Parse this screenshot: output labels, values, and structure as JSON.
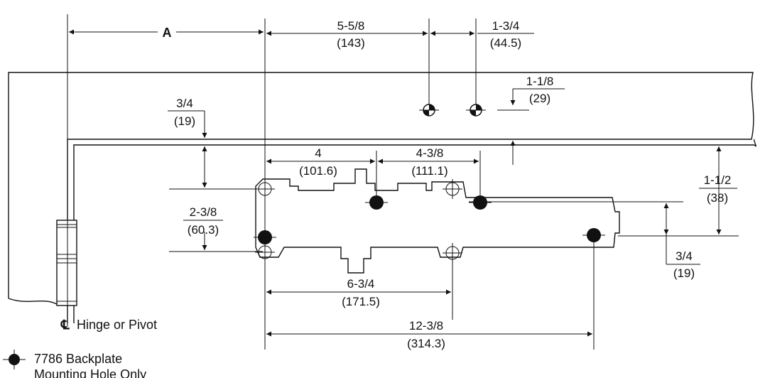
{
  "dimensions": {
    "a": "A",
    "d1_in": "5-5/8",
    "d1_mm": "(143)",
    "d2_in": "1-3/4",
    "d2_mm": "(44.5)",
    "d3_in": "1-1/8",
    "d3_mm": "(29)",
    "d4_in": "3/4",
    "d4_mm": "(19)",
    "d5_in": "4",
    "d5_mm": "(101.6)",
    "d6_in": "4-3/8",
    "d6_mm": "(111.1)",
    "d7_in": "1-1/2",
    "d7_mm": "(38)",
    "d8_in": "2-3/8",
    "d8_mm": "(60.3)",
    "d9_in": "3/4",
    "d9_mm": "(19)",
    "d10_in": "6-3/4",
    "d10_mm": "(171.5)",
    "d11_in": "12-3/8",
    "d11_mm": "(314.3)"
  },
  "labels": {
    "centerline_symbol": "℄",
    "centerline": "Hinge or Pivot",
    "legend_line1": "7786 Backplate",
    "legend_line2": "Mounting Hole Only"
  }
}
